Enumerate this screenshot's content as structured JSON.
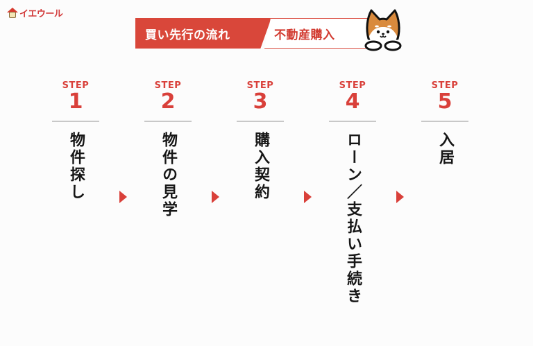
{
  "logo": {
    "text": "イエウール",
    "icon": "house-mascot-icon"
  },
  "banner": {
    "title_left": "買い先行の流れ",
    "title_right": "不動産購入",
    "mascot": "shiba-dog-icon"
  },
  "colors": {
    "accent": "#d9403a",
    "banner_red": "#d9473a",
    "rule": "#c8c8c8",
    "text": "#161616"
  },
  "steps": [
    {
      "label": "STEP",
      "number": "1",
      "text": "物件探し"
    },
    {
      "label": "STEP",
      "number": "2",
      "text": "物件の見学"
    },
    {
      "label": "STEP",
      "number": "3",
      "text": "購入契約"
    },
    {
      "label": "STEP",
      "number": "4",
      "text": "ローン／支払い手続き"
    },
    {
      "label": "STEP",
      "number": "5",
      "text": "入居"
    }
  ],
  "arrows": [
    "triangle-right-icon",
    "triangle-right-icon",
    "triangle-right-icon",
    "triangle-right-icon"
  ]
}
